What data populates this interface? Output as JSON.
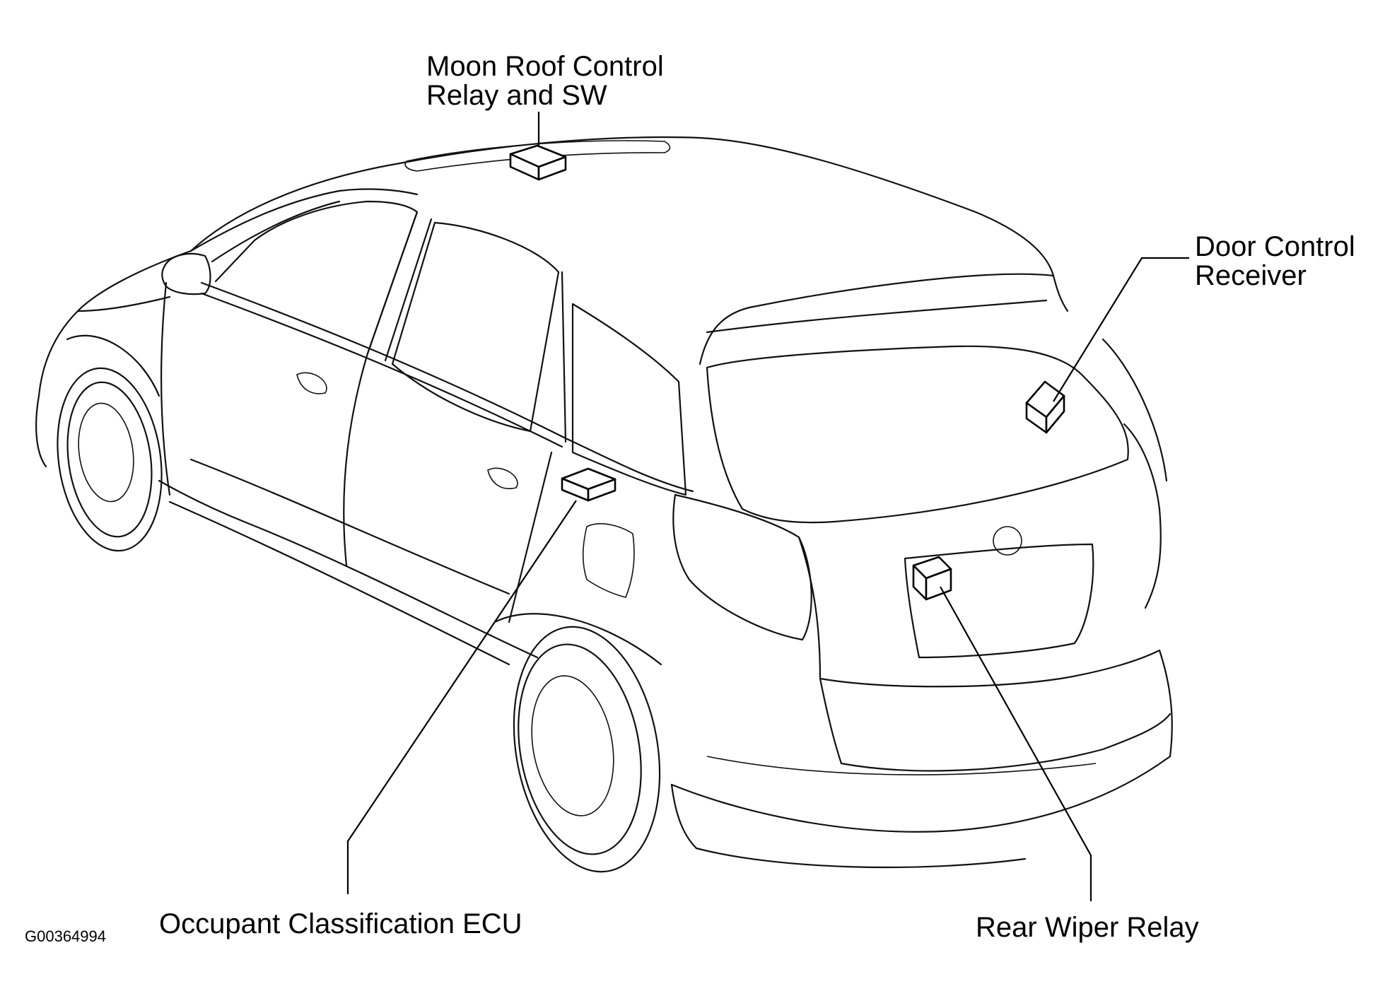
{
  "labels": {
    "moon_roof_line1": "Moon Roof Control",
    "moon_roof_line2": "Relay and SW",
    "door_control_line1": "Door Control",
    "door_control_line2": "Receiver",
    "occupant_ecu": "Occupant Classification ECU",
    "rear_wiper_relay": "Rear Wiper Relay"
  },
  "figure_code": "G00364994"
}
